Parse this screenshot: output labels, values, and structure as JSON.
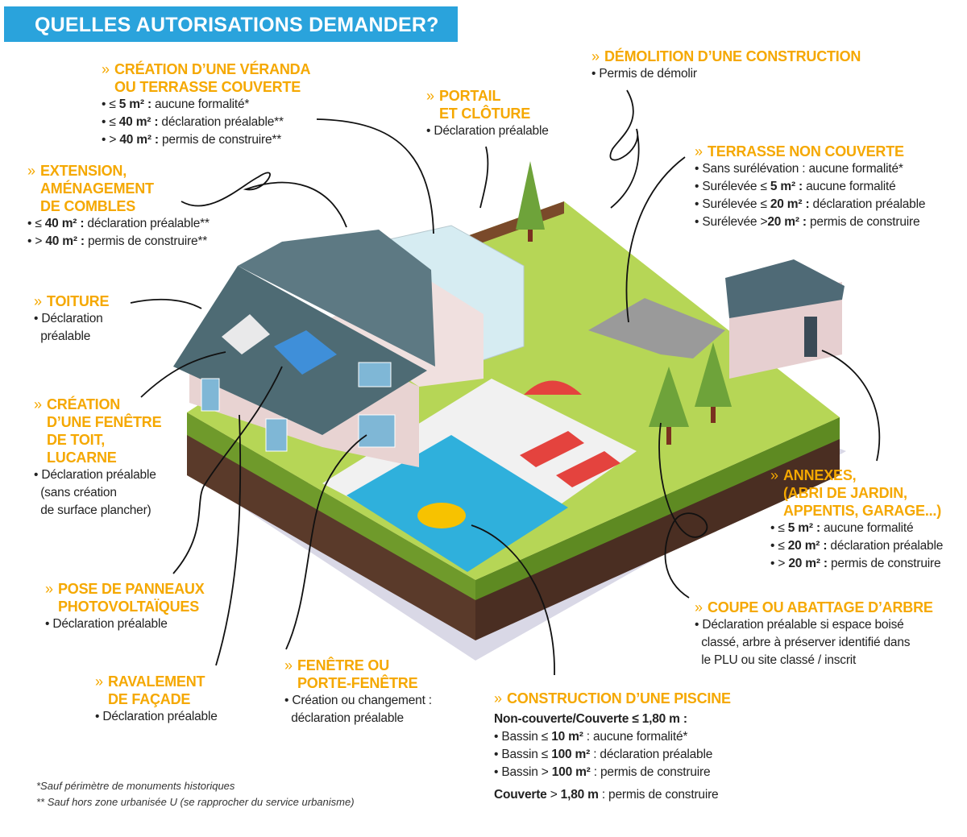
{
  "header": {
    "title": "QUELLES AUTORISATIONS DEMANDER?"
  },
  "colors": {
    "banner": "#2aa3dc",
    "title_orange": "#f5a800",
    "grass": "#b6d656",
    "pool": "#2fb0dc"
  },
  "sections": [
    {
      "id": "veranda",
      "title_lines": [
        "CRÉATION D’UNE VÉRANDA",
        "OU TERRASSE COUVERTE"
      ],
      "items": [
        {
          "pre": "≤ ",
          "bold": " 5 m² :",
          "text": " aucune formalité*"
        },
        {
          "pre": "≤ ",
          "bold": "40 m² :",
          "text": " déclaration préalable**"
        },
        {
          "pre": "> ",
          "bold": "40 m² :",
          "text": " permis de construire**"
        }
      ]
    },
    {
      "id": "extension",
      "title_lines": [
        "EXTENSION,",
        "AMÉNAGEMENT",
        "DE COMBLES"
      ],
      "items": [
        {
          "pre": "≤ ",
          "bold": " 40 m² :",
          "text": " déclaration préalable**"
        },
        {
          "pre": "> ",
          "bold": "40 m² :",
          "text": " permis de construire**"
        }
      ]
    },
    {
      "id": "toiture",
      "title_lines": [
        "TOITURE"
      ],
      "items": [
        {
          "pre": "",
          "bold": "",
          "text": "Déclaration"
        },
        {
          "pre": "",
          "bold": "",
          "text": "préalable",
          "cont": true
        }
      ]
    },
    {
      "id": "fenetre-toit",
      "title_lines": [
        "CRÉATION",
        "D’UNE FENÊTRE",
        "DE TOIT,",
        "LUCARNE"
      ],
      "items": [
        {
          "pre": "",
          "bold": "",
          "text": "Déclaration préalable"
        },
        {
          "pre": "",
          "bold": "",
          "text": "(sans création",
          "cont": true
        },
        {
          "pre": "",
          "bold": "",
          "text": "de surface plancher)",
          "cont": true
        }
      ]
    },
    {
      "id": "panneaux",
      "title_lines": [
        "POSE DE PANNEAUX",
        "PHOTOVOLTAÏQUES"
      ],
      "items": [
        {
          "pre": "",
          "bold": "",
          "text": "Déclaration préalable"
        }
      ]
    },
    {
      "id": "ravalement",
      "title_lines": [
        "RAVALEMENT",
        "DE FAÇADE"
      ],
      "items": [
        {
          "pre": "",
          "bold": "",
          "text": "Déclaration préalable"
        }
      ]
    },
    {
      "id": "fenetre-porte",
      "title_lines": [
        "FENÊTRE OU",
        "PORTE-FENÊTRE"
      ],
      "items": [
        {
          "pre": "",
          "bold": "",
          "text": "Création ou changement :"
        },
        {
          "pre": "",
          "bold": "",
          "text": "déclaration préalable",
          "cont": true
        }
      ]
    },
    {
      "id": "piscine",
      "title_lines": [
        "CONSTRUCTION D’UNE PISCINE"
      ],
      "subheader": "Non-couverte/Couverte ≤  1,80 m :",
      "items": [
        {
          "pre": "Bassin ≤  ",
          "bold": "10 m²",
          "text": " : aucune formalité*"
        },
        {
          "pre": "Bassin ≤  ",
          "bold": "100 m²",
          "text": " : déclaration préalable"
        },
        {
          "pre": "Bassin >  ",
          "bold": "100 m²",
          "text": " : permis de construire"
        }
      ],
      "footer": {
        "bold": "Couverte",
        "mid": " >  ",
        "bold2": "1,80 m",
        "text": " : permis de construire"
      }
    },
    {
      "id": "arbre",
      "title_lines": [
        "COUPE OU ABATTAGE D’ARBRE"
      ],
      "items": [
        {
          "pre": "",
          "bold": "",
          "text": "Déclaration préalable si espace boisé"
        },
        {
          "pre": "",
          "bold": "",
          "text": "classé, arbre à préserver identifié dans",
          "cont": true
        },
        {
          "pre": "",
          "bold": "",
          "text": "le PLU ou site classé / inscrit",
          "cont": true
        }
      ]
    },
    {
      "id": "annexes",
      "title_lines": [
        "ANNEXES,",
        "(ABRI DE JARDIN,",
        "APPENTIS, GARAGE...)"
      ],
      "items": [
        {
          "pre": "≤ ",
          "bold": " 5 m² :",
          "text": " aucune formalité"
        },
        {
          "pre": "≤ ",
          "bold": " 20 m² :",
          "text": " déclaration préalable"
        },
        {
          "pre": "> ",
          "bold": "20 m² :",
          "text": " permis de construire"
        }
      ]
    },
    {
      "id": "terrasse",
      "title_lines": [
        "TERRASSE NON COUVERTE"
      ],
      "items": [
        {
          "pre": "Sans surélévation : aucune formalité*",
          "bold": "",
          "text": ""
        },
        {
          "pre": "Surélevée ≤  ",
          "bold": "5 m² :",
          "text": " aucune formalité"
        },
        {
          "pre": "Surélevée ≤ ",
          "bold": "20 m² :",
          "text": " déclaration préalable"
        },
        {
          "pre": "Surélevée >",
          "bold": "20 m² :",
          "text": " permis de construire"
        }
      ]
    },
    {
      "id": "demolition",
      "title_lines": [
        "DÉMOLITION D’UNE CONSTRUCTION"
      ],
      "items": [
        {
          "pre": "",
          "bold": "",
          "text": "Permis de démolir"
        }
      ]
    },
    {
      "id": "portail",
      "title_lines": [
        "PORTAIL",
        "ET CLÔTURE"
      ],
      "items": [
        {
          "pre": "",
          "bold": "",
          "text": "Déclaration préalable"
        }
      ]
    }
  ],
  "footnotes": [
    "*Sauf périmètre de monuments historiques",
    "** Sauf hors zone urbanisée U (se rapprocher du service urbanisme)"
  ]
}
